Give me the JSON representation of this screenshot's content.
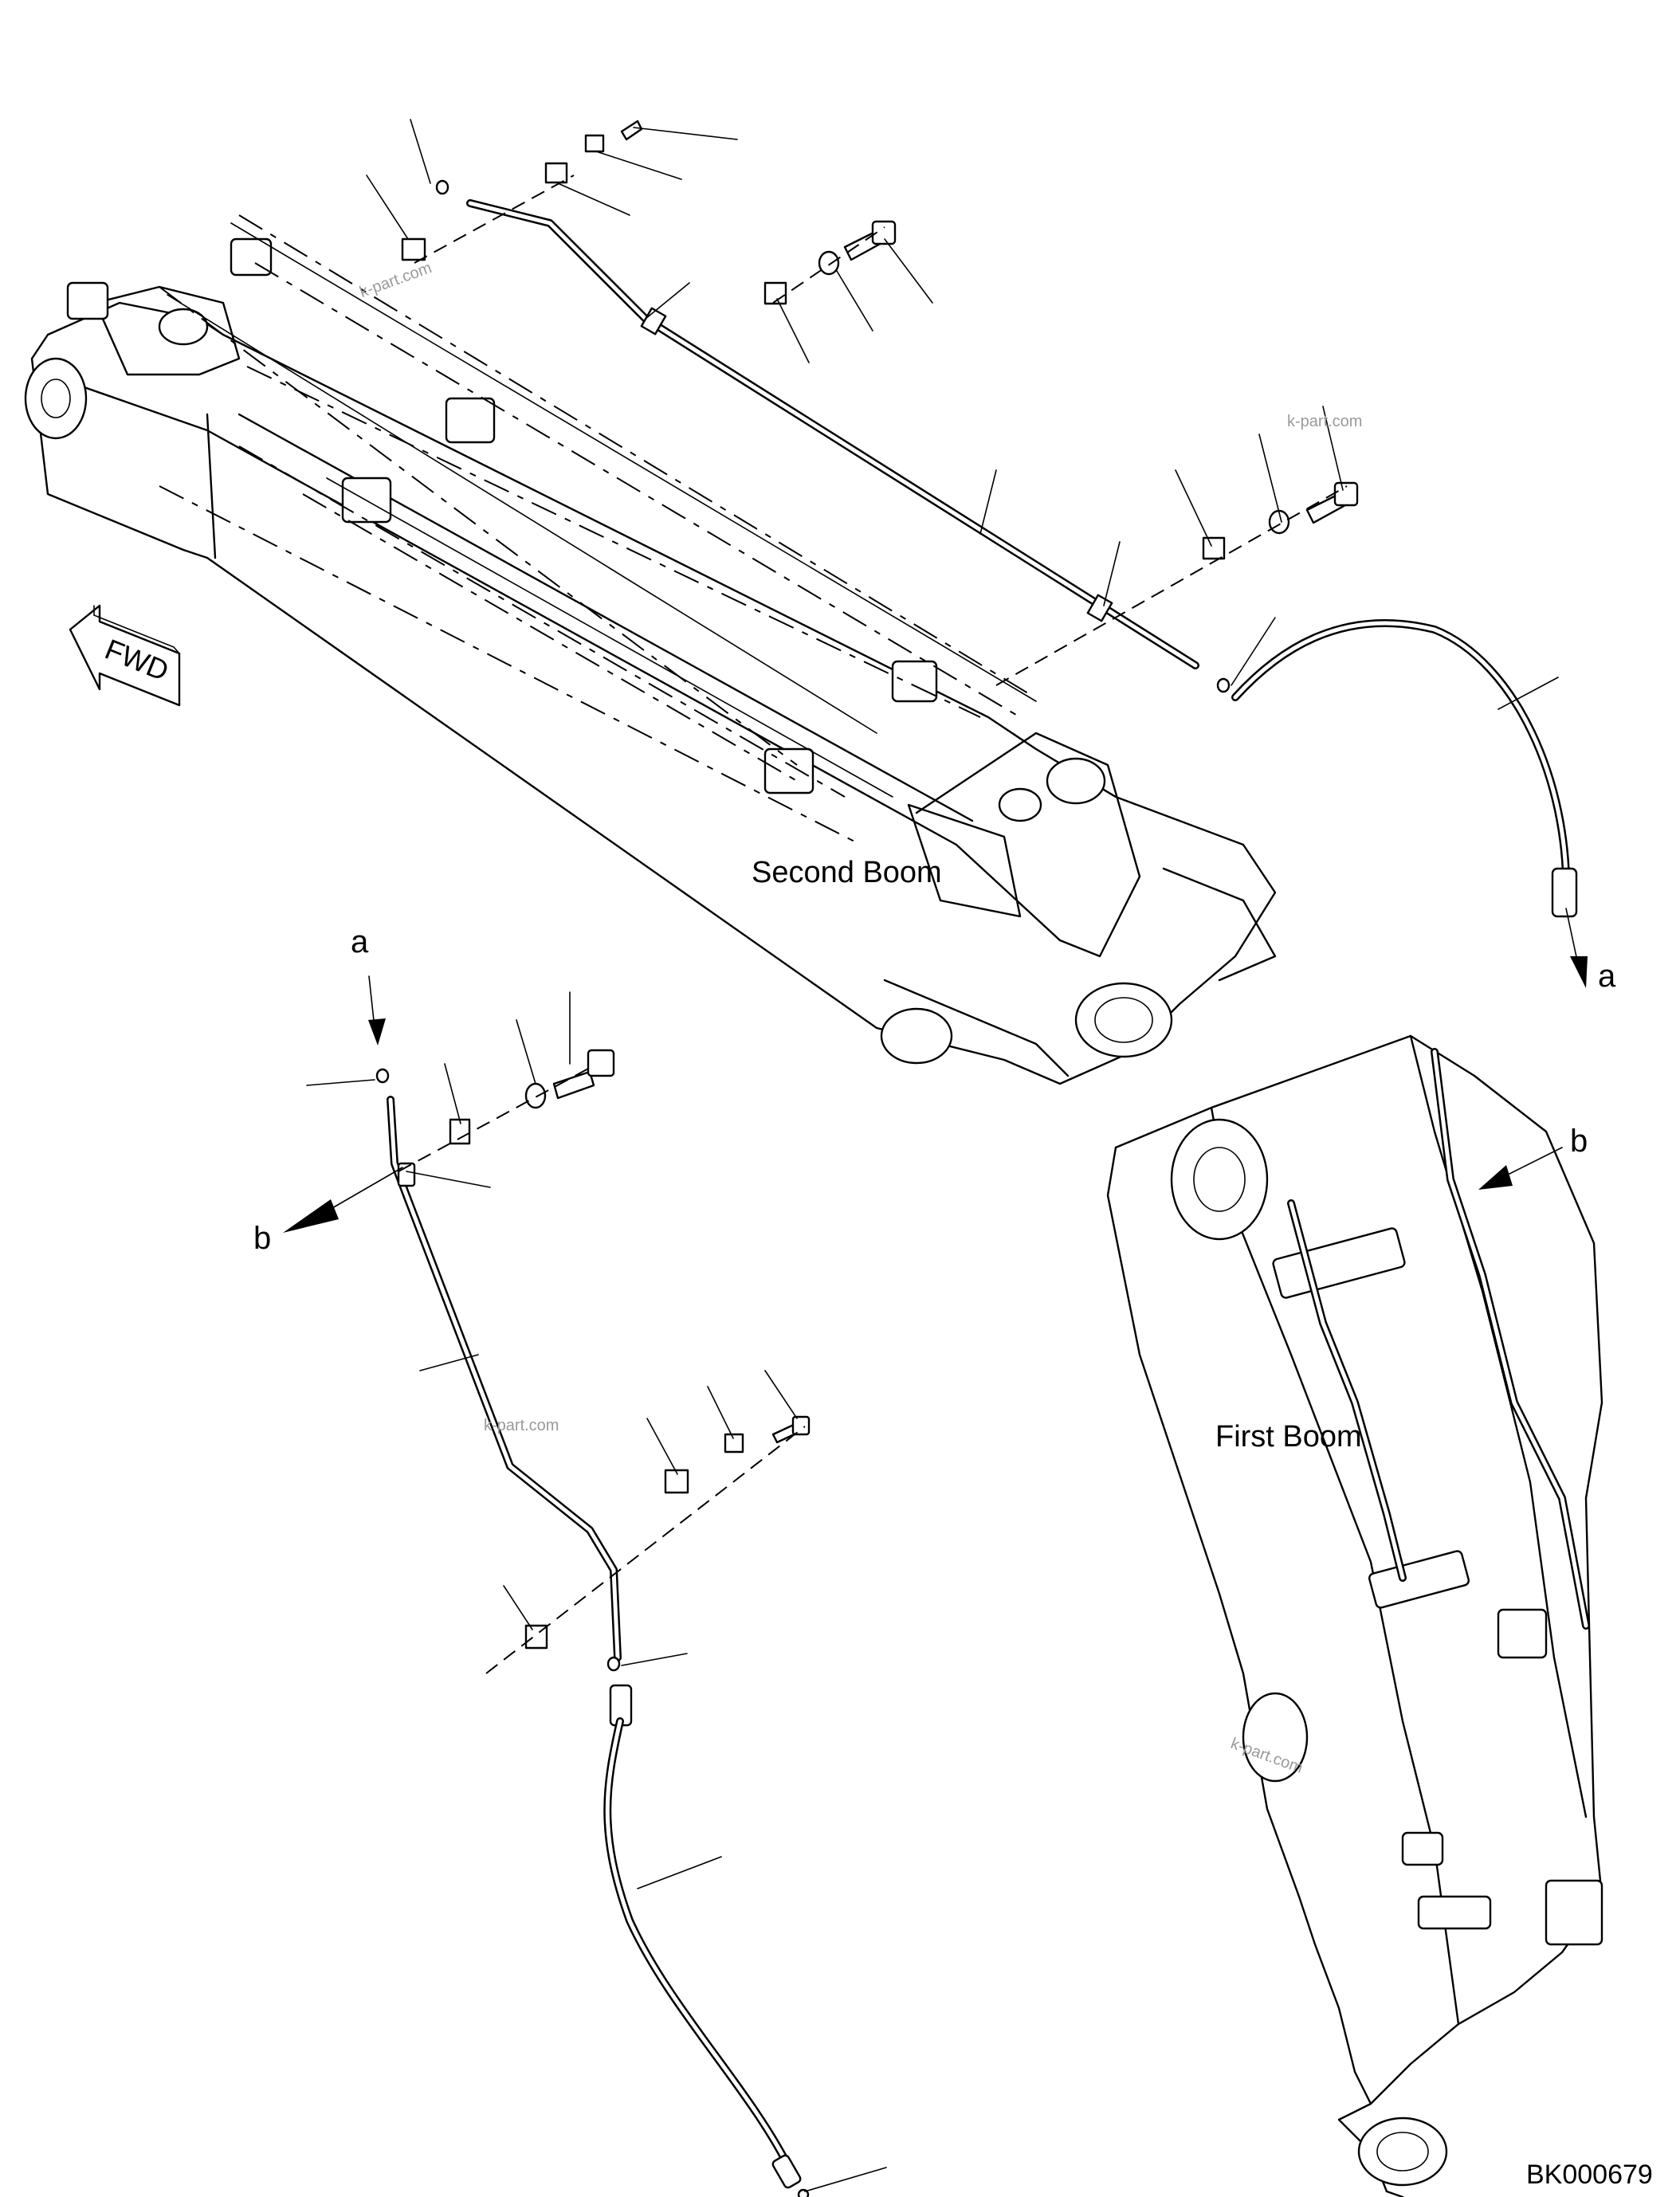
{
  "labels": {
    "second_boom": "Second Boom",
    "first_boom": "First Boom",
    "connector_a_top": "a",
    "connector_a_bottom": "a",
    "connector_b_right": "b",
    "connector_b_left": "b",
    "figure_id": "BK000679",
    "fwd": "FWD"
  },
  "watermarks": [
    "k-part.com",
    "k-part.com",
    "k-part.com",
    "k-part.com"
  ],
  "icons": [
    "fwd-arrow-icon"
  ],
  "colors": {
    "line": "#000000",
    "background": "#ffffff",
    "watermark": "#9a9a9a"
  }
}
